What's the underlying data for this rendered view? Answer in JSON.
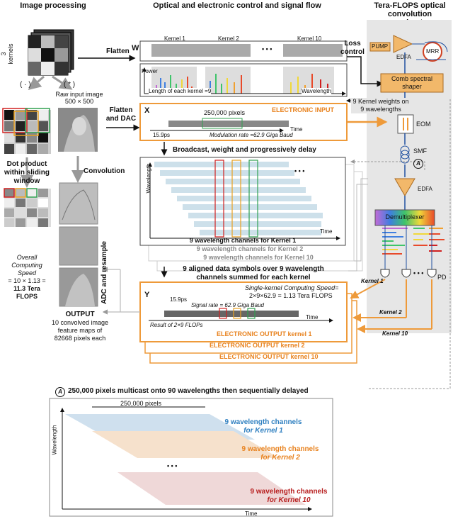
{
  "headers": {
    "image_processing": "Image processing",
    "optical_control": "Optical and electronic control and signal flow",
    "accelerator": "Tera-FLOPS optical convolution accelerator"
  },
  "left": {
    "kernels_label": "Ten 3× 3 kernels",
    "op_dot": "( · )",
    "op_conv": "( * )",
    "raw_input": "Raw input image",
    "raw_size": "500 × 500",
    "flatten_and_dac": "Flatten and DAC",
    "dot_product": "Dot product within sliding window",
    "convolution": "Convolution",
    "overall_speed_1": "Overall",
    "overall_speed_2": "Computing",
    "overall_speed_3": "Speed",
    "overall_speed_4": "= 10 × 1.13 =",
    "overall_speed_5": "11.3 Tera",
    "overall_speed_6": "FLOPS",
    "adc": "ADC and resample",
    "output_title": "OUTPUT",
    "output_desc": "10 convolved image feature maps of 82668 pixels each"
  },
  "center": {
    "flatten": "Flatten",
    "w_letter": "W",
    "kernel_1": "Kernel 1",
    "kernel_2": "Kernel 2",
    "kernel_10": "Kernel 10",
    "power": "Power",
    "kernel_length": "Length of each kernel =9",
    "wavelength": "Wavelength",
    "x_letter": "X",
    "pixels_250k": "250,000 pixels",
    "electronic_input": "ELECTRONIC INPUT",
    "t_15_9": "15.9ps",
    "time": "Time",
    "modulation_rate": "Modulation rate =62.9 Giga Baud",
    "broadcast": "Broadcast, weight and progressively delay",
    "wavelength_axis": "Wavelength",
    "channels_k1": "9 wavelength channels for Kernel 1",
    "channels_k2": "9 wavelength channels for Kernel 2",
    "channels_k10": "9 wavelength channels for Kernel 10",
    "aligned_symbols": "9 aligned data symbols over 9 wavelength channels summed for each kernel",
    "y_letter": "Y",
    "single_kernel_1": "Single-kernel Computing Speed=",
    "single_kernel_2": "2×9×62.9 = 1.13 Tera FLOPS",
    "signal_rate": "Signal rate = 62.9 Giga Baud",
    "result_flops": "Result of 2×9 FLOPs",
    "electronic_output_k1": "ELECTRONIC OUTPUT kernel 1",
    "electronic_output_k2": "ELECTRONIC OUTPUT kernel 2",
    "electronic_output_k10": "ELECTRONIC OUTPUT kernel 10",
    "ellipsis": "• • •"
  },
  "right": {
    "loss_control": "Loss control",
    "pump": "PUMP",
    "edfa": "EDFA",
    "mrr": "MRR",
    "comb_shaper": "Comb spectral shaper",
    "kernel_weights": "9 Kernel weights on 9 wavelengths",
    "eom": "EOM",
    "smf": "SMF",
    "circled_a": "A",
    "edfa2": "EDFA",
    "demux": "Demultiplexer",
    "pd": "PD",
    "kernel_1": "Kernel 1",
    "kernel_2": "Kernel 2",
    "kernel_10": "Kernel 10"
  },
  "bottom": {
    "title": "250,000 pixels multicast onto 90 wavelengths then sequentially delayed",
    "circled_a": "A",
    "pixels": "250,000 pixels",
    "wavelength": "Wavelength",
    "time": "Time",
    "k1_line1": "9 wavelength channels",
    "k1_line2": "for Kernel 1",
    "k2_line1": "9 wavelength channels",
    "k2_line2": "for Kernel 2",
    "k10_line1": "9 wavelength channels",
    "k10_line2": "for Kernel 10"
  },
  "colors": {
    "orange": "#ee9a3a",
    "blue": "#2e7fc0",
    "red": "#b82020",
    "rail": "#e6e6e6"
  }
}
